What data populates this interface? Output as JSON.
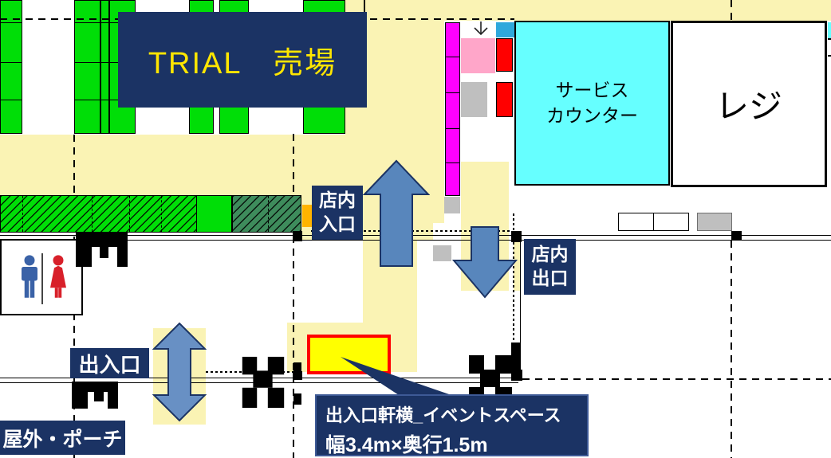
{
  "trial": {
    "label": "TRIAL　売場"
  },
  "service_counter": {
    "line1": "サービス",
    "line2": "カウンター"
  },
  "register": {
    "label": "レジ"
  },
  "signs": {
    "store_entrance_line1": "店内",
    "store_entrance_line2": "入口",
    "store_exit_line1": "店内",
    "store_exit_line2": "出口",
    "doorway": "出入口",
    "outdoor_porch": "屋外・ポーチ"
  },
  "callout": {
    "line1": "出入口軒横_イベントスペース",
    "line2": "幅3.4m×奥行1.5m"
  },
  "icons": {
    "mens_restroom": "man-silhouette",
    "womens_restroom": "woman-silhouette",
    "store_entrance_arrow": "arrow-up",
    "store_exit_arrow": "arrow-down",
    "doorway_arrow": "arrow-up-down",
    "queue_arrow": "thin-arrow-down",
    "door_gates": "gate-plan-symbol"
  },
  "colors": {
    "navy": "#1B3364",
    "walk": "#FAF3B4",
    "green": "#00DE07",
    "dgreen": "#3E8C5C",
    "cyan": "#66FFFF",
    "magenta": "#FF00FF",
    "pink": "#FFA6C9",
    "red": "#FF0000",
    "orange": "#FFB400",
    "sky": "#2FA8DC",
    "arrow": "#5886BC",
    "arrow2": "#6890C4",
    "event": "#FFFF00",
    "gray": "#BFBFBF",
    "man": "#3A62A7",
    "woman": "#D8202A",
    "trialText": "#FFE600"
  }
}
